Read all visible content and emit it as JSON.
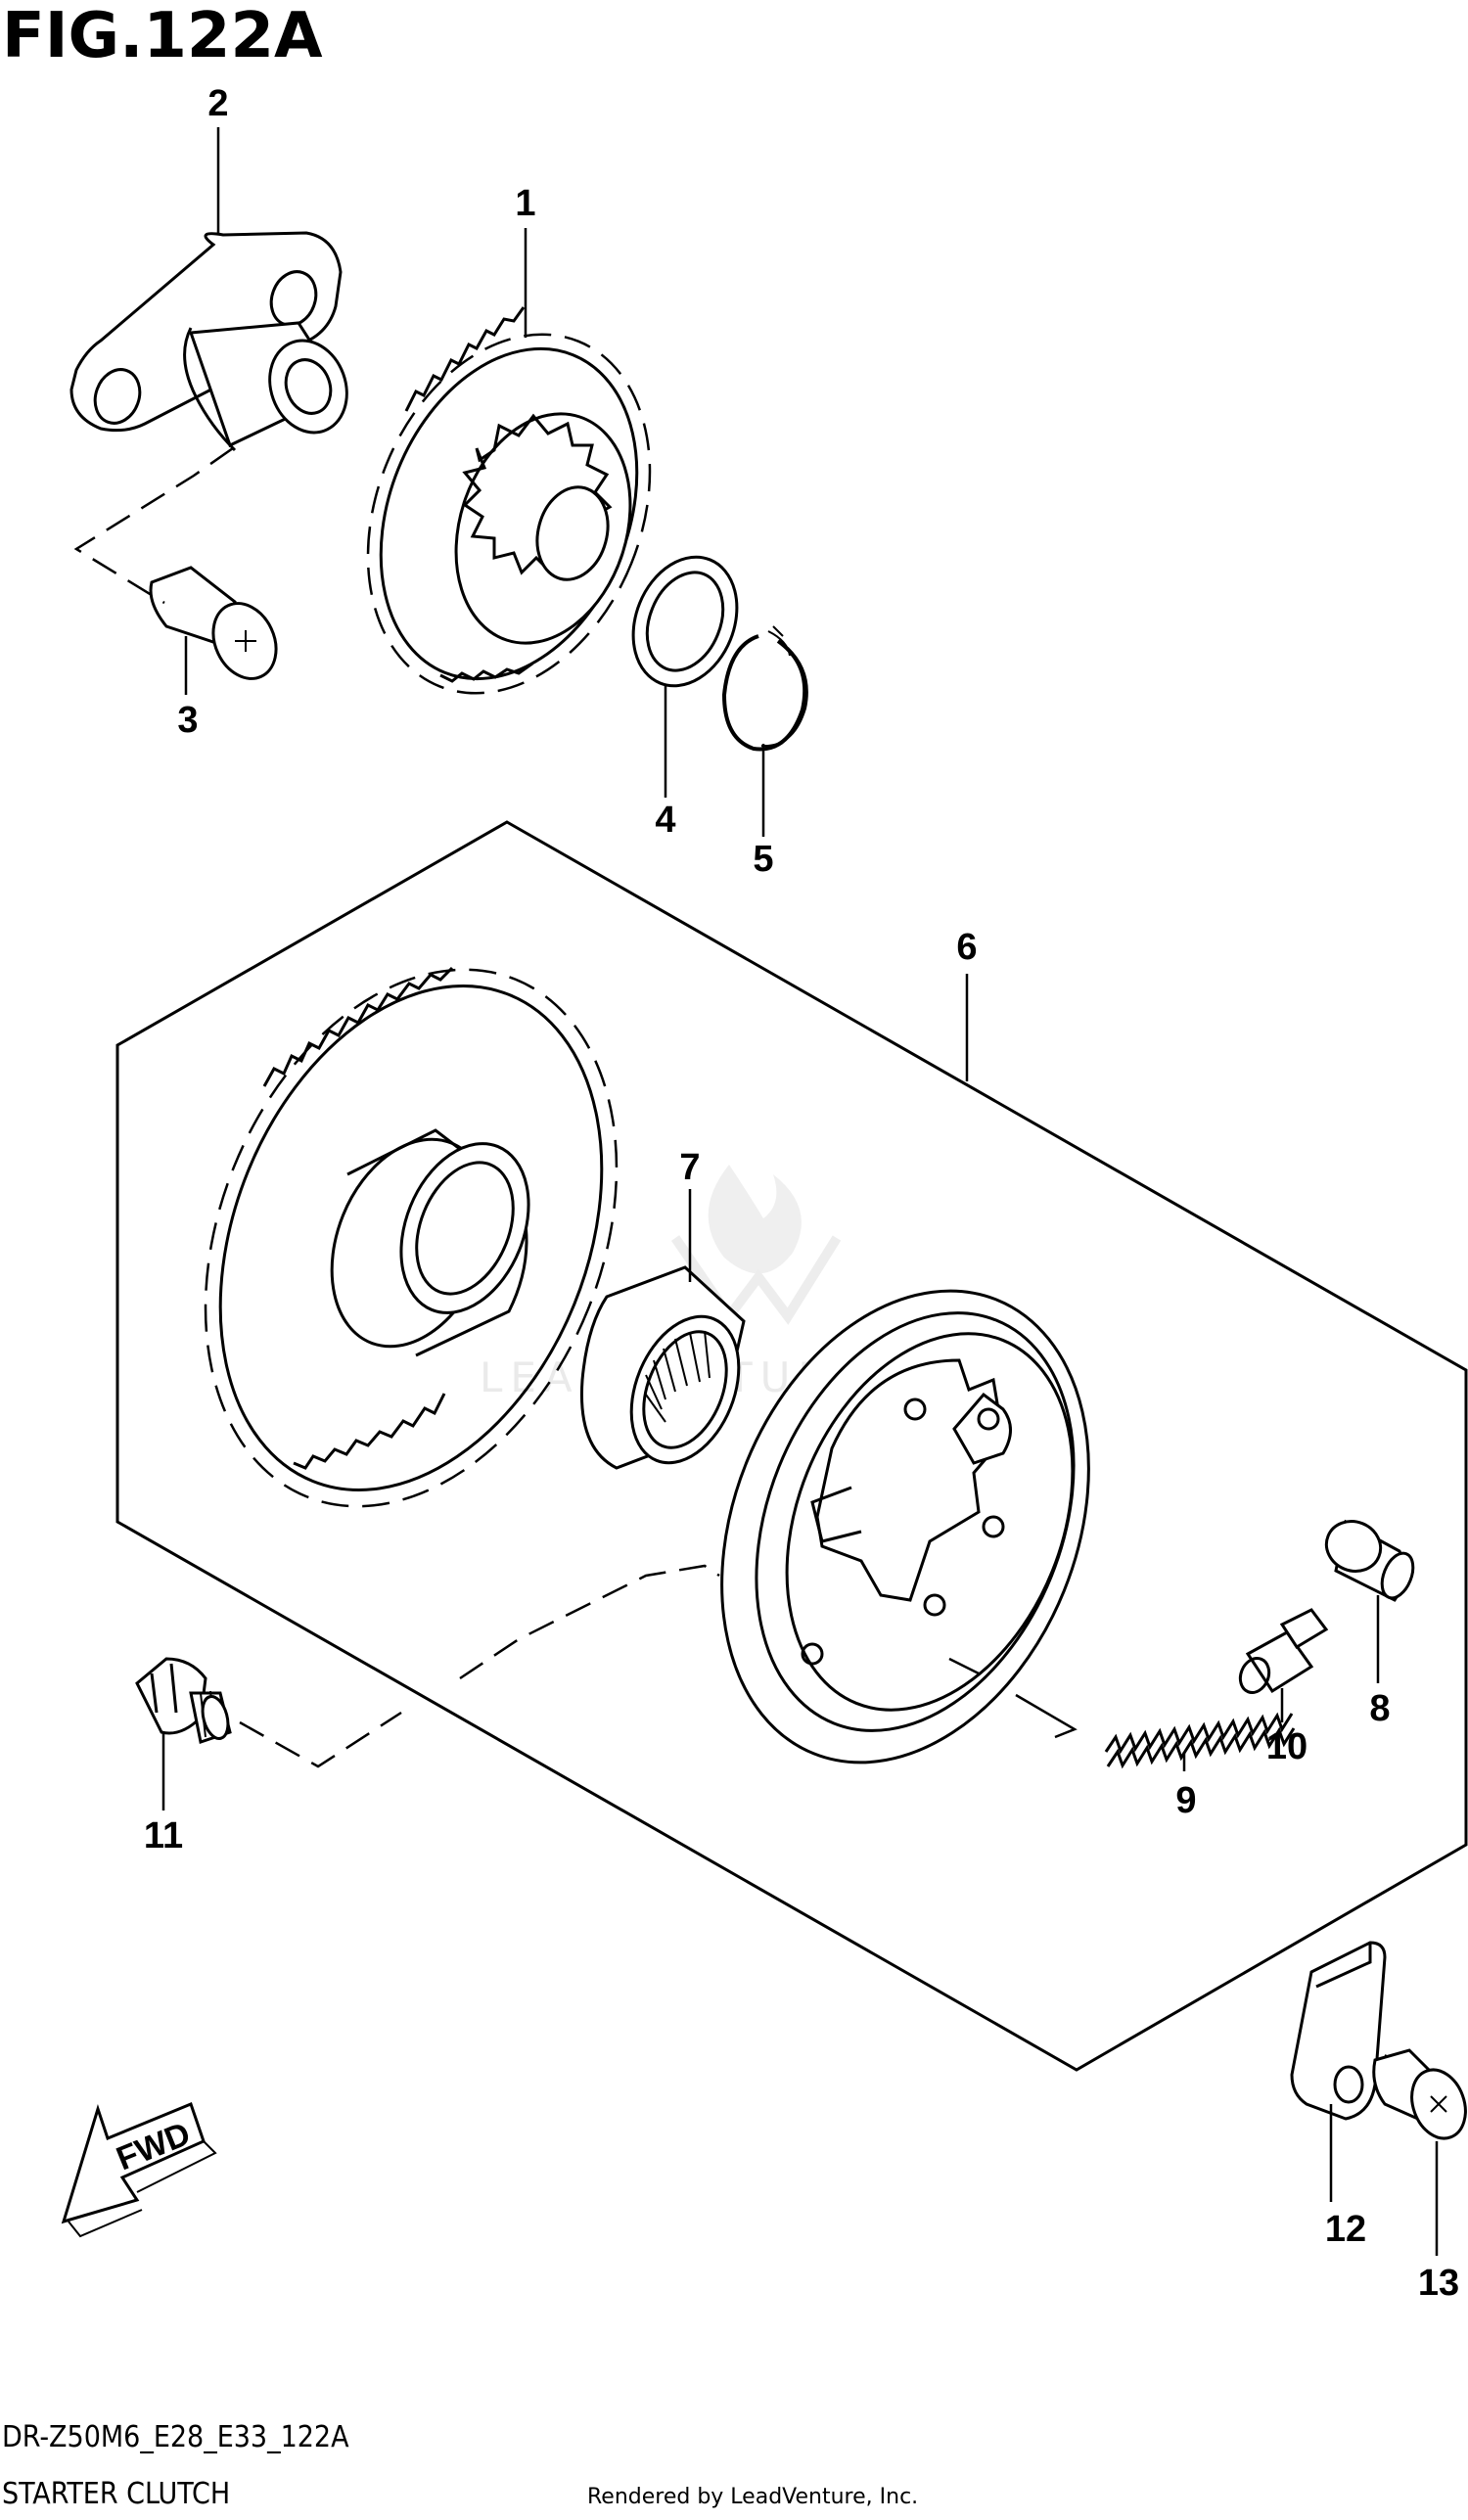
{
  "figure": {
    "title": "FIG.122A"
  },
  "callouts": [
    "1",
    "2",
    "3",
    "4",
    "5",
    "6",
    "7",
    "8",
    "9",
    "10",
    "11",
    "12",
    "13"
  ],
  "fwd_label": "FWD",
  "watermark": "LEADVENTURE",
  "footer": {
    "code": "DR-Z50M6_E28_E33_122A",
    "name": "STARTER CLUTCH",
    "credit": "Rendered by LeadVenture, Inc."
  }
}
